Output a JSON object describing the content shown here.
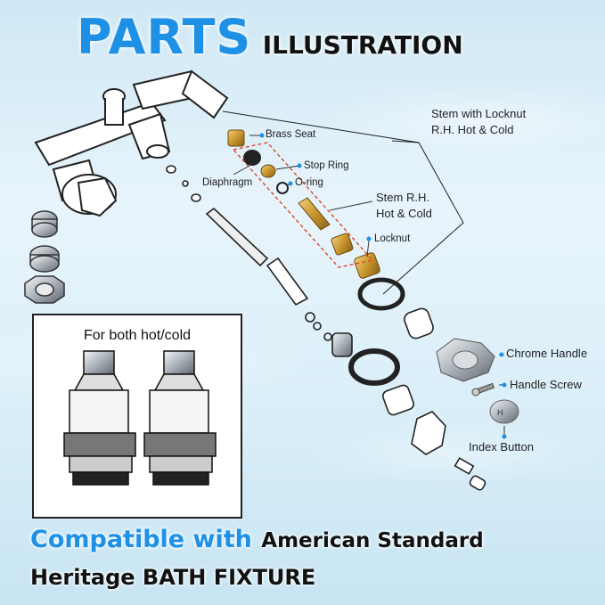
{
  "title": {
    "big": "PARTS",
    "small": "ILLUSTRATION"
  },
  "labels": {
    "brass_seat": "Brass Seat",
    "diaphragm": "Diaphragm",
    "stop_ring": "Stop Ring",
    "o_ring": "O-ring",
    "stem_locknut_line1": "Stem with Locknut",
    "stem_locknut_line2": "R.H. Hot & Cold",
    "stem_rh_line1": "Stem R.H.",
    "stem_rh_line2": "Hot & Cold",
    "locknut": "Locknut",
    "chrome_handle": "Chrome Handle",
    "handle_screw": "Handle Screw",
    "index_button": "Index Button"
  },
  "inset": {
    "caption": "For both hot/cold"
  },
  "footer": {
    "line1_highlight": "Compatible with",
    "line1_rest": "American Standard",
    "line2": "Heritage BATH FIXTURE"
  },
  "colors": {
    "accent": "#1e90e6",
    "brass": "#c8962e",
    "chrome": "#b9bec4",
    "dashed": "#d9482b"
  }
}
